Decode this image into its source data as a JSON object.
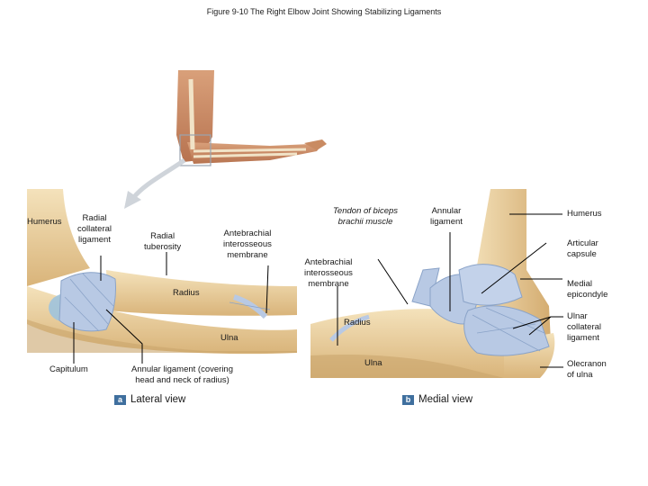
{
  "figure": {
    "title": "Figure 9-10  The Right Elbow Joint Showing Stabilizing Ligaments"
  },
  "lateral": {
    "badge": "a",
    "view_label": "Lateral view",
    "labels": {
      "humerus": "Humerus",
      "radial_collateral_ligament": "Radial\ncollateral\nligament",
      "radial_tuberosity": "Radial\ntuberosity",
      "antebrachial_interosseous_membrane": "Antebrachial\ninterosseous\nmembrane",
      "radius": "Radius",
      "ulna": "Ulna",
      "capitulum": "Capitulum",
      "annular_ligament": "Annular ligament (covering\nhead and neck of radius)"
    }
  },
  "medial": {
    "badge": "b",
    "view_label": "Medial view",
    "labels": {
      "tendon_of_biceps": "Tendon of biceps\nbrachii muscle",
      "annular_ligament": "Annular\nligament",
      "humerus": "Humerus",
      "articular_capsule": "Articular\ncapsule",
      "antebrachial_interosseous_membrane": "Antebrachial\ninterosseous\nmembrane",
      "medial_epicondyle": "Medial\nepicondyle",
      "radius": "Radius",
      "ulnar_collateral_ligament": "Ulnar\ncollateral\nligament",
      "ulna": "Ulna",
      "olecranon_of_ulna": "Olecranon\nof ulna"
    }
  },
  "colors": {
    "bone": "#ecd3a2",
    "bone_shadow": "#c9a56c",
    "ligament": "#b8c9e4",
    "ligament_stroke": "#8aa3c8",
    "skin": "#c98b62",
    "leader": "#000000"
  }
}
